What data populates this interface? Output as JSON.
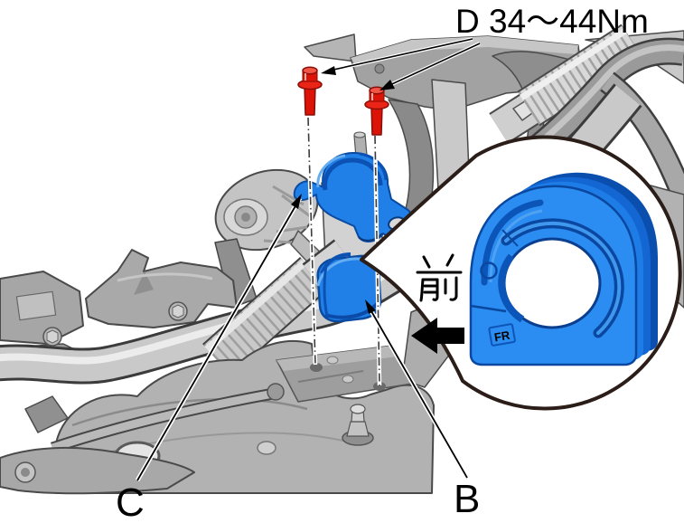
{
  "figure": {
    "type": "service-manual-illustration",
    "torque_label": "D 34～44Nm",
    "labels": {
      "bracket": "C",
      "bushing": "B"
    },
    "callout": {
      "front_label": "前",
      "bushing_marking": "FR"
    },
    "colors": {
      "background": "#ffffff",
      "highlight_blue": "#2080e8",
      "highlight_blue_dark": "#0a4aa0",
      "bolt_red": "#dc1408",
      "bolt_red_dark": "#8a0d06",
      "machinery_gray": "#b2b2b2",
      "machinery_outline": "#4a4a4a",
      "callout_border": "#2b1d18",
      "annotation_black": "#000000"
    }
  }
}
